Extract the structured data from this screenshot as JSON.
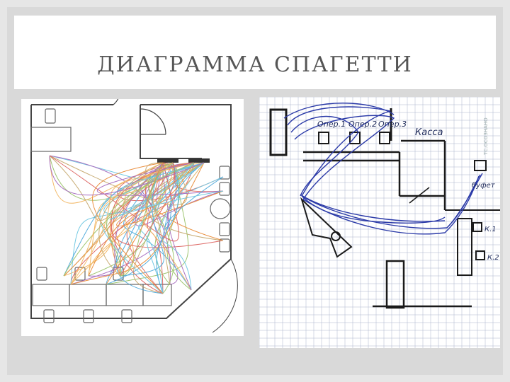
{
  "slide": {
    "title": "ДИАГРАММА СПАГЕТТИ"
  },
  "left_diagram": {
    "colors": [
      "#d9534f",
      "#f0ad4e",
      "#5bc0de",
      "#9b59b6",
      "#8fbc5a",
      "#e67e22",
      "#c0a060",
      "#3ba0d8"
    ]
  },
  "right_diagram": {
    "labels": {
      "op1": "Опер.1",
      "op2": "Опер.2",
      "op3": "Опер.3",
      "kassa": "Касса",
      "bufet": "буфет",
      "k1": "К.1",
      "k2": "К.2"
    },
    "watermark": "ТС.ОСОЗНАНО",
    "grid_color": "#aab3cc",
    "line_color": "#2b3aa8"
  }
}
